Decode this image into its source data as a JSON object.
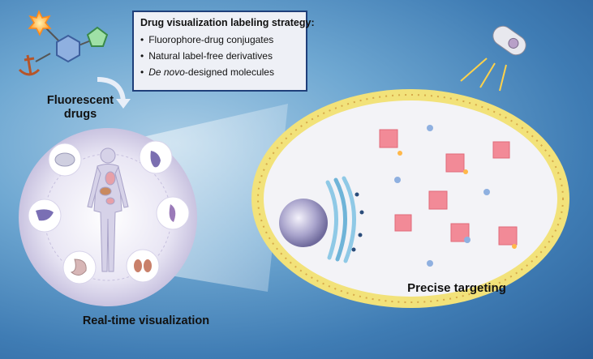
{
  "strategy": {
    "title": "Drug visualization labeling strategy:",
    "items": [
      {
        "pre": "",
        "em": "",
        "post": "Fluorophore-drug conjugates"
      },
      {
        "pre": "",
        "em": "",
        "post": "Natural label-free derivatives"
      },
      {
        "pre": "",
        "em": "De novo",
        "post": "-designed molecules"
      }
    ]
  },
  "labels": {
    "fluorescent_drugs_line1": "Fluorescent",
    "fluorescent_drugs_line2": "drugs",
    "real_time": "Real-time visualization",
    "precise_targeting": "Precise targeting"
  },
  "colors": {
    "frame": "#1f3f7a",
    "fluorophore": "#ffb84a",
    "target": "#f28a97",
    "membrane": "#f2e27a"
  }
}
